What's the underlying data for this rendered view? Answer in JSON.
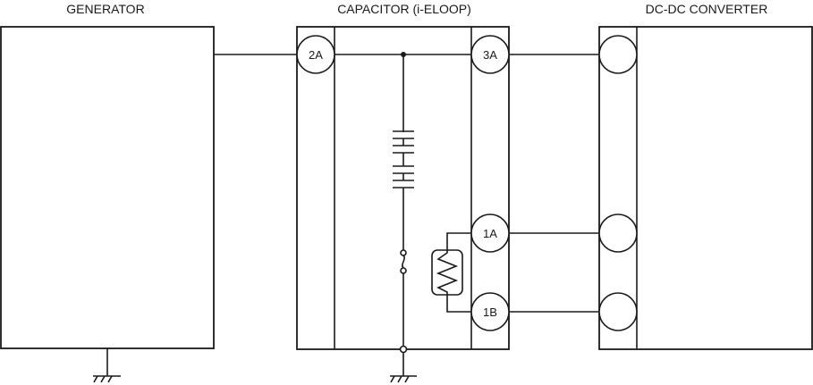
{
  "diagram": {
    "type": "wiring-schematic",
    "components": {
      "generator": {
        "label": "GENERATOR"
      },
      "capacitor": {
        "label": "CAPACITOR (i-ELOOP)"
      },
      "dcdc": {
        "label": "DC-DC CONVERTER"
      }
    },
    "pins": {
      "p2A": "2A",
      "p3A": "3A",
      "p1A": "1A",
      "p1B": "1B"
    },
    "symbols": {
      "capacitor_cells": 2,
      "fuse": "fuse-symbol",
      "thermistor": "thermistor-symbol",
      "grounds": 2
    },
    "connections": [
      {
        "from": "GENERATOR",
        "to": "2A"
      },
      {
        "from": "3A",
        "to": "DC-DC CONVERTER pin 1"
      },
      {
        "from": "1A",
        "to": "DC-DC CONVERTER pin 2"
      },
      {
        "from": "1B",
        "to": "DC-DC CONVERTER pin 3"
      }
    ]
  }
}
